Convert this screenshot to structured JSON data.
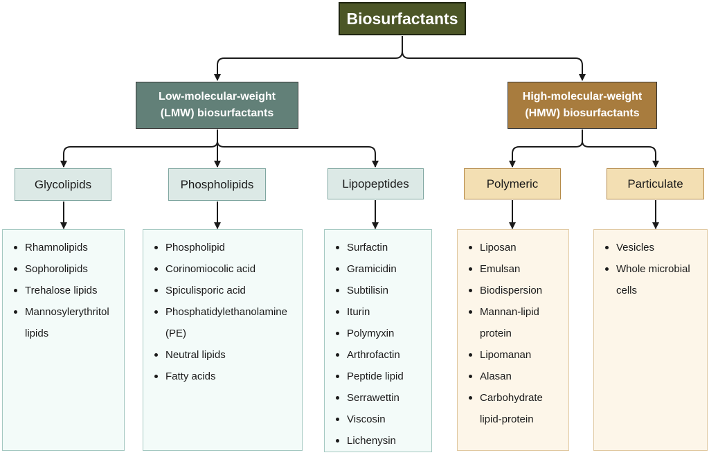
{
  "root": {
    "title": "Biosurfactants"
  },
  "categories": [
    {
      "title_line1": "Low-molecular-weight",
      "title_line2": "(LMW) biosurfactants"
    },
    {
      "title_line1": "High-molecular-weight",
      "title_line2": "(HMW) biosurfactants"
    }
  ],
  "subcategories": [
    {
      "label": "Glycolipids",
      "items": [
        "Rhamnolipids",
        "Sophorolipids",
        "Trehalose lipids",
        "Mannosylerythritol lipids"
      ]
    },
    {
      "label": "Phospholipids",
      "items": [
        "Phospholipid",
        "Corinomiocolic acid",
        "Spiculisporic acid",
        "Phosphatidylethanolamine (PE)",
        "Neutral lipids",
        "Fatty acids"
      ]
    },
    {
      "label": "Lipopeptides",
      "items": [
        "Surfactin",
        "Gramicidin",
        "Subtilisin",
        "Iturin",
        "Polymyxin",
        "Arthrofactin",
        "Peptide lipid",
        "Serrawettin",
        "Viscosin",
        "Lichenysin"
      ]
    },
    {
      "label": "Polymeric",
      "items": [
        "Liposan",
        "Emulsan",
        "Biodispersion",
        "Mannan-lipid protein",
        "Lipomanan",
        "Alasan",
        "Carbohydrate lipid-protein"
      ]
    },
    {
      "label": "Particulate",
      "items": [
        "Vesicles",
        "Whole microbial cells"
      ]
    }
  ]
}
